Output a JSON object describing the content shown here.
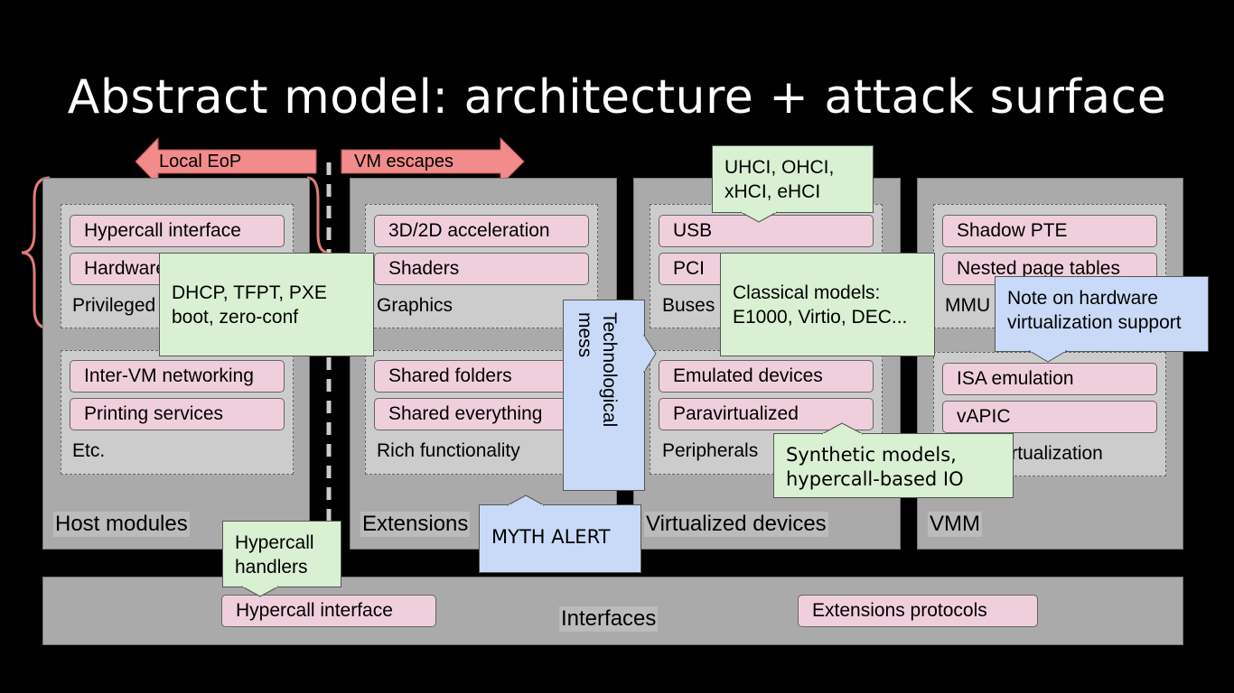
{
  "title": "Abstract model: architecture + attack surface",
  "arrows": {
    "local_eop": "Local EoP",
    "vm_escapes": "VM escapes"
  },
  "columns": {
    "host": {
      "label": "Host modules",
      "privileged": {
        "items": [
          "Hypercall interface",
          "Hardware"
        ],
        "label": "Privileged"
      },
      "etc": {
        "items": [
          "Inter-VM networking",
          "Printing services"
        ],
        "label": "Etc."
      }
    },
    "extensions": {
      "label": "Extensions",
      "graphics": {
        "items": [
          "3D/2D acceleration",
          "Shaders"
        ],
        "label": "Graphics"
      },
      "rich": {
        "items": [
          "Shared folders",
          "Shared everything"
        ],
        "label": "Rich functionality"
      }
    },
    "devices": {
      "label": "Virtualized devices",
      "buses": {
        "items": [
          "USB",
          "PCI"
        ],
        "label": "Buses"
      },
      "peripherals": {
        "items": [
          "Emulated devices",
          "Paravirtualized"
        ],
        "label": "Peripherals"
      }
    },
    "vmm": {
      "label": "VMM",
      "mmu": {
        "items": [
          "Shadow PTE",
          "Nested page tables"
        ],
        "label": "MMU"
      },
      "cpu": {
        "items": [
          "ISA emulation",
          "vAPIC"
        ],
        "label": "Virtualization"
      }
    }
  },
  "interfaces": {
    "label": "Interfaces",
    "items": [
      "Hypercall interface",
      "Extensions protocols"
    ]
  },
  "callouts": {
    "usb": [
      "UHCI, OHCI,",
      "xHCI, eHCI"
    ],
    "dhcp": [
      "DHCP, TFPT, PXE",
      "boot, zero-conf"
    ],
    "classical": [
      "Classical models:",
      "E1000, Virtio, DEC..."
    ],
    "hw_note": [
      "Note on hardware",
      "virtualization support"
    ],
    "technological": [
      "Technological",
      "mess"
    ],
    "synthetic": [
      "Synthetic models,",
      "hypercall-based IO"
    ],
    "myth": "MYTH ALERT",
    "hypercall_handlers": [
      "Hypercall",
      "handlers"
    ]
  },
  "colors": {
    "background": "#000000",
    "column": "#aaaaaa",
    "group": "#cccccc",
    "item": "#f0cfdc",
    "green_callout": "#d9f0d3",
    "blue_callout": "#c9daf8",
    "attack_arrow": "#f28b8b",
    "brace": "#e07b7b"
  }
}
